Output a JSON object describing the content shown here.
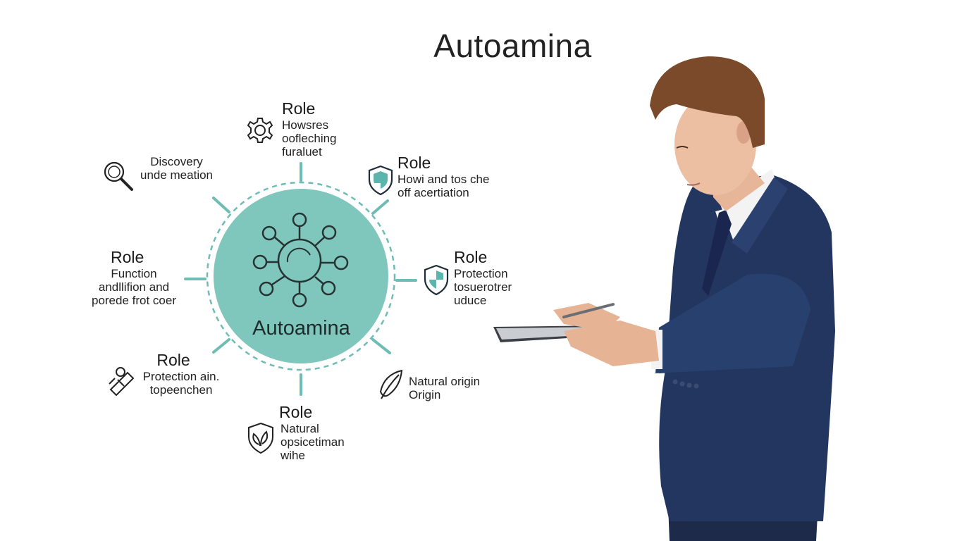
{
  "title": "Autoamina",
  "center": {
    "label": "Autoamina",
    "color": "#7fc6bd",
    "icon": "molecule-icon"
  },
  "accent": "#5bb5ac",
  "nodes": [
    {
      "id": "top",
      "role": "Role",
      "lines": [
        "Howsres",
        "oofleching",
        "furaluet"
      ],
      "icon": "gear-icon"
    },
    {
      "id": "top-right",
      "role": "Role",
      "lines": [
        "Howi and tos che",
        "off acertiation"
      ],
      "icon": "shield-icon"
    },
    {
      "id": "right",
      "role": "Role",
      "lines": [
        "Protection",
        "tosuerotrer",
        "uduce"
      ],
      "icon": "shield-icon"
    },
    {
      "id": "bottom-right",
      "role": "",
      "lines": [
        "Natural origin",
        "Origin"
      ],
      "icon": "leaf-icon"
    },
    {
      "id": "bottom",
      "role": "Role",
      "lines": [
        "Natural",
        "opsicetiman",
        "wihe"
      ],
      "icon": "leaf-shield-icon"
    },
    {
      "id": "bottom-left",
      "role": "Role",
      "lines": [
        "Protection ain.",
        "topeenchen"
      ],
      "icon": "bandage-icon"
    },
    {
      "id": "left",
      "role": "Role",
      "lines": [
        "Function",
        "andllifion and",
        "porede frot coer"
      ],
      "icon": ""
    },
    {
      "id": "top-left",
      "role": "",
      "lines": [
        "Discovery",
        "unde meation"
      ],
      "icon": "magnifier-icon"
    }
  ],
  "person": {
    "icon": "businessman-illustration"
  }
}
